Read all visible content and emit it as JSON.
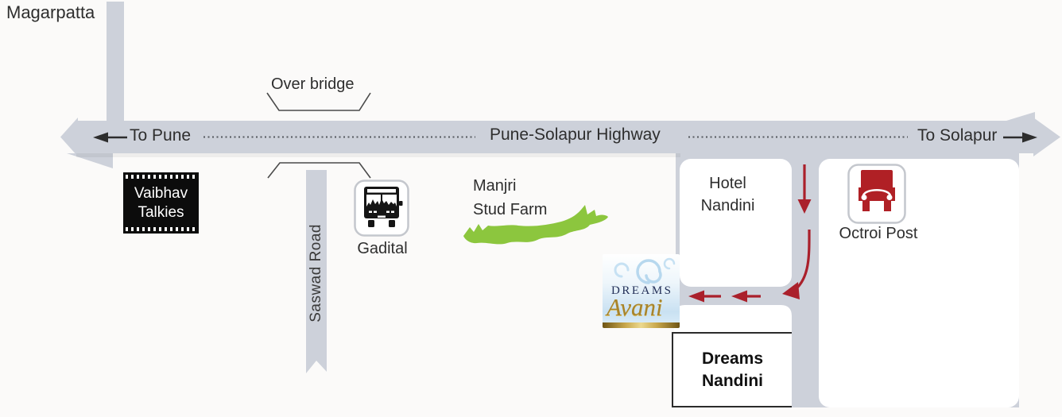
{
  "labels": {
    "magarpatta": "Magarpatta",
    "over_bridge": "Over bridge",
    "to_pune": "To Pune",
    "highway": "Pune-Solapur Highway",
    "to_solapur": "To Solapur",
    "vaibhav_line1": "Vaibhav",
    "vaibhav_line2": "Talkies",
    "saswad_road": "Saswad Road",
    "gadital": "Gadital",
    "manjri_line1": "Manjri",
    "manjri_line2": "Stud Farm",
    "hotel_line1": "Hotel",
    "hotel_line2": "Nandini",
    "octroi_post": "Octroi Post",
    "dreams_nandini_line1": "Dreams",
    "dreams_nandini_line2": "Nandini"
  },
  "logo": {
    "brand": "DREAMS",
    "name": "Avani"
  },
  "icons": {
    "gadital": "bus-icon",
    "octroi": "truck-icon",
    "vaibhav": "film-strip",
    "manjri": "grass-patch"
  },
  "colors": {
    "road_gray": "#cdd1da",
    "route_red": "#aa202b",
    "farm_green": "#8cc63e",
    "logo_navy": "#233058",
    "logo_gold": "#a8842b",
    "film_black": "#0c0c0c",
    "truck_red": "#b02025"
  }
}
